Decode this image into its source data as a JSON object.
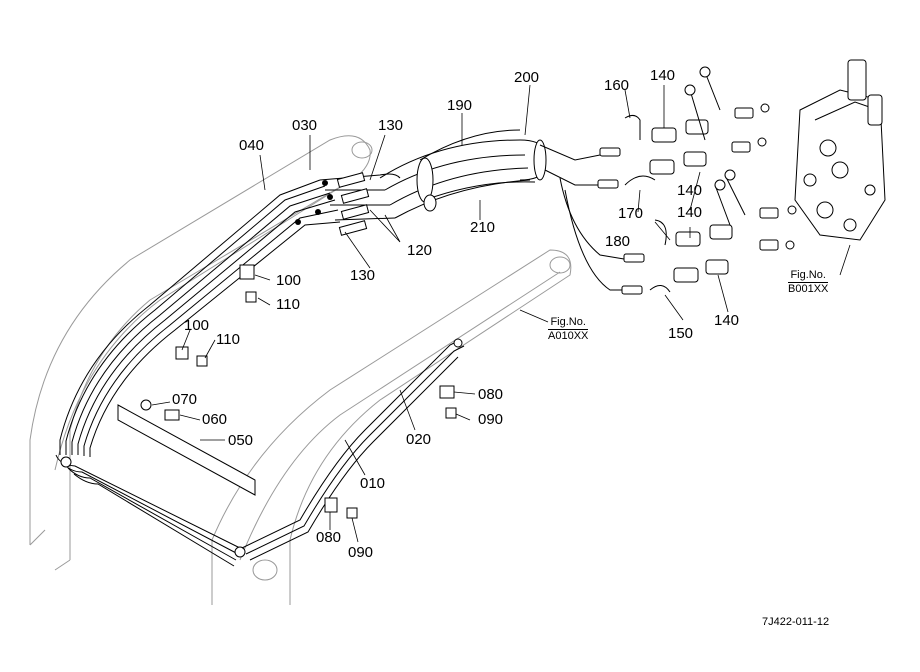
{
  "labels": {
    "p010": "010",
    "p020": "020",
    "p030": "030",
    "p040": "040",
    "p050": "050",
    "p060": "060",
    "p070": "070",
    "p080a": "080",
    "p080b": "080",
    "p090a": "090",
    "p090b": "090",
    "p100a": "100",
    "p100b": "100",
    "p110a": "110",
    "p110b": "110",
    "p120": "120",
    "p130a": "130",
    "p130b": "130",
    "p140a": "140",
    "p140b": "140",
    "p140c": "140",
    "p140d": "140",
    "p150": "150",
    "p160": "160",
    "p170": "170",
    "p180": "180",
    "p190": "190",
    "p200": "200",
    "p210": "210"
  },
  "fig_refs": {
    "a010": {
      "fig_no": "Fig.No.",
      "code": "A010XX"
    },
    "b001": {
      "fig_no": "Fig.No.",
      "code": "B001XX"
    }
  },
  "drawing_id": "7J422-011-12"
}
